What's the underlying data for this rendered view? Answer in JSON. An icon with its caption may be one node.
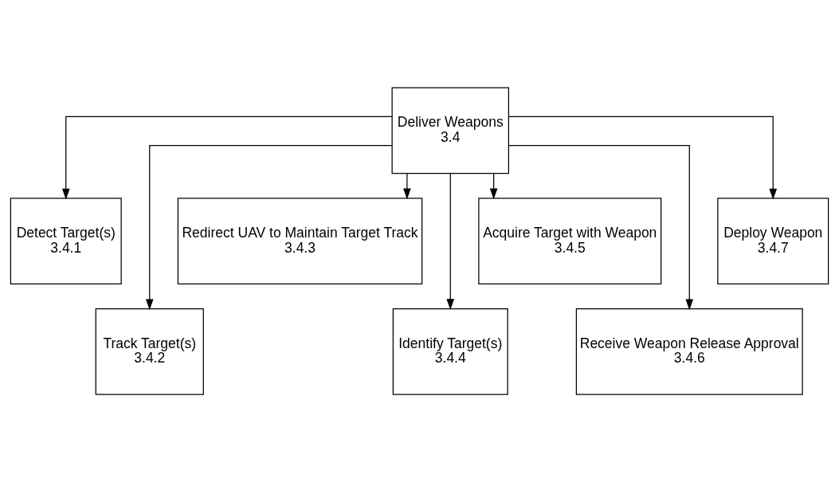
{
  "diagram": {
    "nodes": [
      {
        "text": [
          "Deliver Weapons",
          "3.4"
        ]
      },
      {
        "text": [
          "Detect Target(s)",
          "3.4.1"
        ]
      },
      {
        "text": [
          "Track Target(s)",
          "3.4.2"
        ]
      },
      {
        "text": [
          "Redirect UAV to Maintain Target Track",
          "3.4.3"
        ]
      },
      {
        "text": [
          "Identify Target(s)",
          "3.4.4"
        ]
      },
      {
        "text": [
          "Acquire Target with Weapon",
          "3.4.5"
        ]
      },
      {
        "text": [
          "Receive Weapon Release Approval",
          "3.4.6"
        ]
      },
      {
        "text": [
          "Deploy Weapon",
          "3.4.7"
        ]
      }
    ],
    "edges": [
      {
        "from": 0,
        "to": 1,
        "arrow": "to"
      },
      {
        "from": 0,
        "to": 2,
        "arrow": "to"
      },
      {
        "from": 0,
        "to": 3,
        "arrow": "to"
      },
      {
        "from": 0,
        "to": 4,
        "arrow": "to"
      },
      {
        "from": 0,
        "to": 5,
        "arrow": "to"
      },
      {
        "from": 0,
        "to": 6,
        "arrow": "to"
      },
      {
        "from": 0,
        "to": 7,
        "arrow": "to"
      }
    ]
  }
}
